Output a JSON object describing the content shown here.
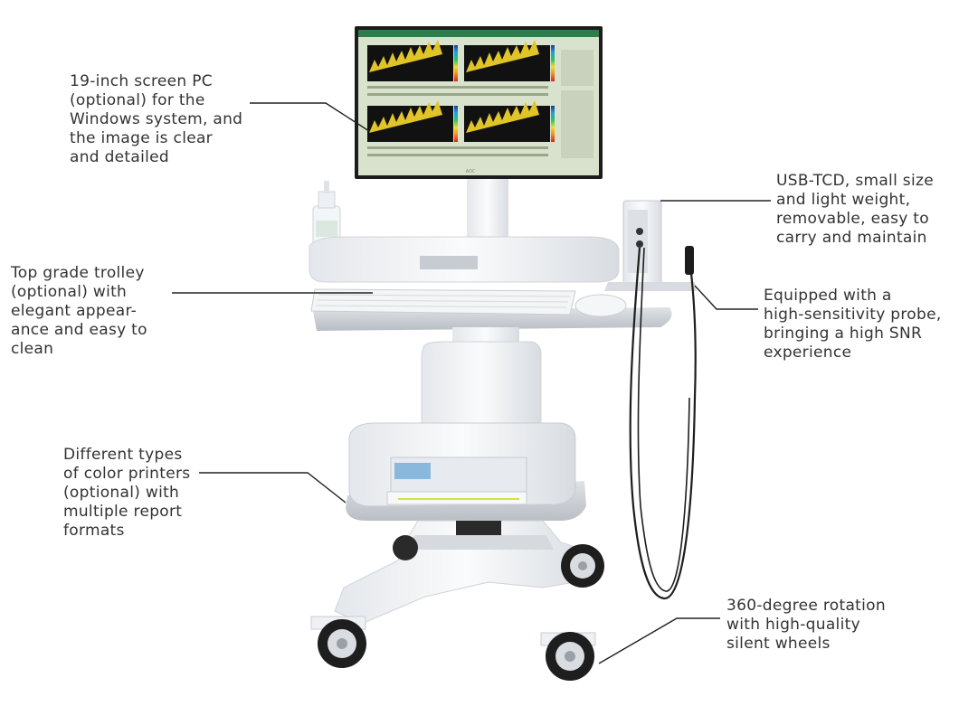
{
  "callouts": {
    "screen": [
      "19-inch screen PC",
      "(optional) for the",
      "Windows system, and",
      "the image is clear",
      "and detailed"
    ],
    "usb_tcd": [
      "USB-TCD, small size",
      "and light weight,",
      "removable, easy to",
      "carry and maintain"
    ],
    "trolley": [
      "Top grade trolley",
      "(optional) with",
      "elegant appear-",
      "ance and easy to",
      "clean"
    ],
    "probe": [
      "Equipped with a",
      "high-sensitivity probe,",
      "bringing a high SNR",
      "experience"
    ],
    "printer": [
      "Different types",
      "of color printers",
      "(optional) with",
      "multiple report",
      "formats"
    ],
    "wheels": [
      "360-degree rotation",
      "with  high-quality",
      "silent wheels"
    ]
  },
  "monitor_brand": "AOC",
  "colors": {
    "text": "#333333",
    "leader_line": "#222222",
    "body_white": "#eef0f3",
    "shadow_grey": "#c9cdd3",
    "screen_bg": "#d9e2cc",
    "waveform": "#e0c428",
    "wheel": "#1e1e1e"
  }
}
